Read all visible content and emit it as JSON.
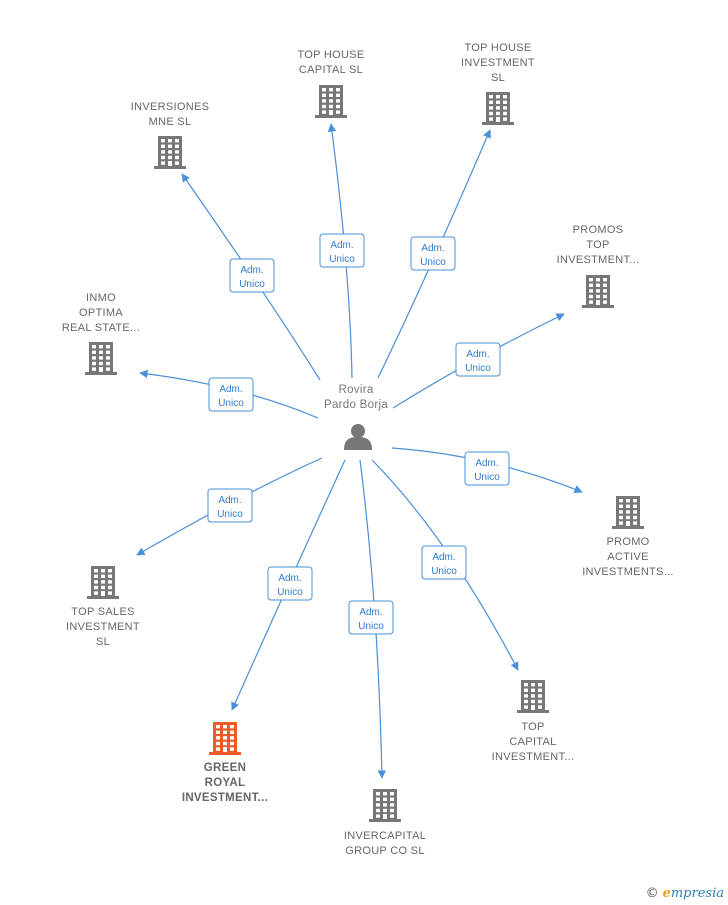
{
  "center": {
    "lines": [
      "Rovira",
      "Pardo Borja"
    ],
    "icon": "person-icon"
  },
  "edge_label": [
    "Adm.",
    "Unico"
  ],
  "colors": {
    "edge": "#4a8fd8",
    "building": "#777777",
    "highlight": "#f05a28",
    "text": "#666666"
  },
  "nodes": [
    {
      "id": "inversiones-mne",
      "lines": [
        "INVERSIONES",
        "MNE  SL"
      ],
      "highlight": false
    },
    {
      "id": "top-house-capital",
      "lines": [
        "TOP HOUSE",
        "CAPITAL  SL"
      ],
      "highlight": false
    },
    {
      "id": "top-house-investment",
      "lines": [
        "TOP HOUSE",
        "INVESTMENT",
        "SL"
      ],
      "highlight": false
    },
    {
      "id": "promos-top-investment",
      "lines": [
        "PROMOS",
        "TOP",
        "INVESTMENT..."
      ],
      "highlight": false
    },
    {
      "id": "inmo-optima",
      "lines": [
        "INMO",
        "OPTIMA",
        "REAL STATE..."
      ],
      "highlight": false
    },
    {
      "id": "promo-active",
      "lines": [
        "PROMO",
        "ACTIVE",
        "INVESTMENTS..."
      ],
      "highlight": false
    },
    {
      "id": "top-sales",
      "lines": [
        "TOP SALES",
        "INVESTMENT",
        "SL"
      ],
      "highlight": false
    },
    {
      "id": "green-royal",
      "lines": [
        "GREEN",
        "ROYAL",
        "INVESTMENT..."
      ],
      "highlight": true
    },
    {
      "id": "invercapital",
      "lines": [
        "INVERCAPITAL",
        "GROUP CO  SL"
      ],
      "highlight": false
    },
    {
      "id": "top-capital",
      "lines": [
        "TOP",
        "CAPITAL",
        "INVESTMENT..."
      ],
      "highlight": false
    }
  ],
  "brand": {
    "copyright": "©",
    "initial": "e",
    "rest": "mpresia"
  }
}
